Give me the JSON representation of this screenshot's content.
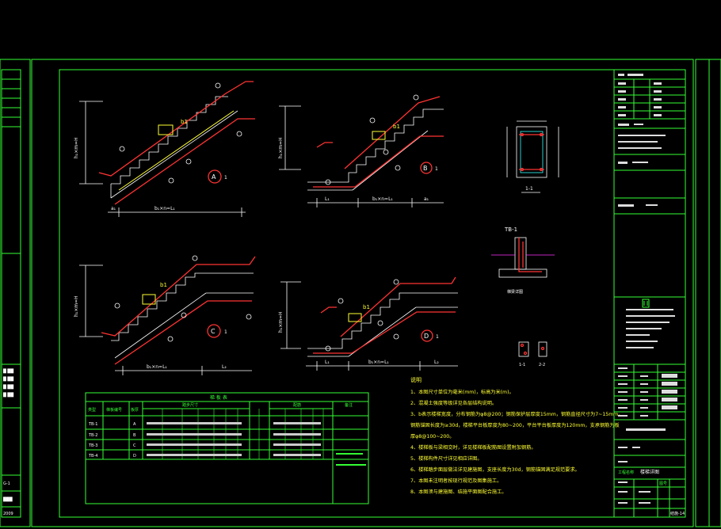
{
  "labels": {
    "detail_a": "A",
    "detail_b": "B",
    "detail_c": "C",
    "detail_d": "D",
    "section_1": "1-1",
    "tb1": "TB-1",
    "notes_heading": "说明"
  },
  "table": {
    "title": "梯 板 表",
    "headers": [
      "类型",
      "梯板编号",
      "板厚",
      "踏步尺寸",
      "配筋",
      "备注"
    ],
    "rows": [
      [
        "TB-1",
        "A"
      ],
      [
        "TB-2",
        "B"
      ],
      [
        "TB-3",
        "C"
      ],
      [
        "TB-4",
        "D"
      ]
    ]
  },
  "notes": [
    "1、本图尺寸单位为毫米(mm)，标高为米(m)。",
    "2、混凝土强度等级详见各层结构说明。",
    "3、b表示楼梯宽度，分布钢筋为φ8@200；钢筋保护层厚度15mm，钢筋直径尺寸为7~15mm，",
    "钢筋锚固长度为≥30d，楼梯平台板厚度为80~200，平台平台板厚度为120mm，支承钢筋为板",
    "厚φ8@100~200。",
    "4、楼梯板与梁相交时，详见楼梯板配筋图设置附加钢筋。",
    "5、楼梯构件尺寸详见相应详图。",
    "6、楼梯踏步面层做法详见建施图，支座长度为30d，钢筋锚固满足规范要求。",
    "7、本图未注明者按现行规范及图集施工。",
    "8、本图须与建施图、结施平面图配合施工。"
  ],
  "title_block": {
    "project_name_label": "工程名称",
    "drawing_name": "楼梯详图",
    "sheet_label": "图号",
    "sheet_no": "结施-14"
  }
}
